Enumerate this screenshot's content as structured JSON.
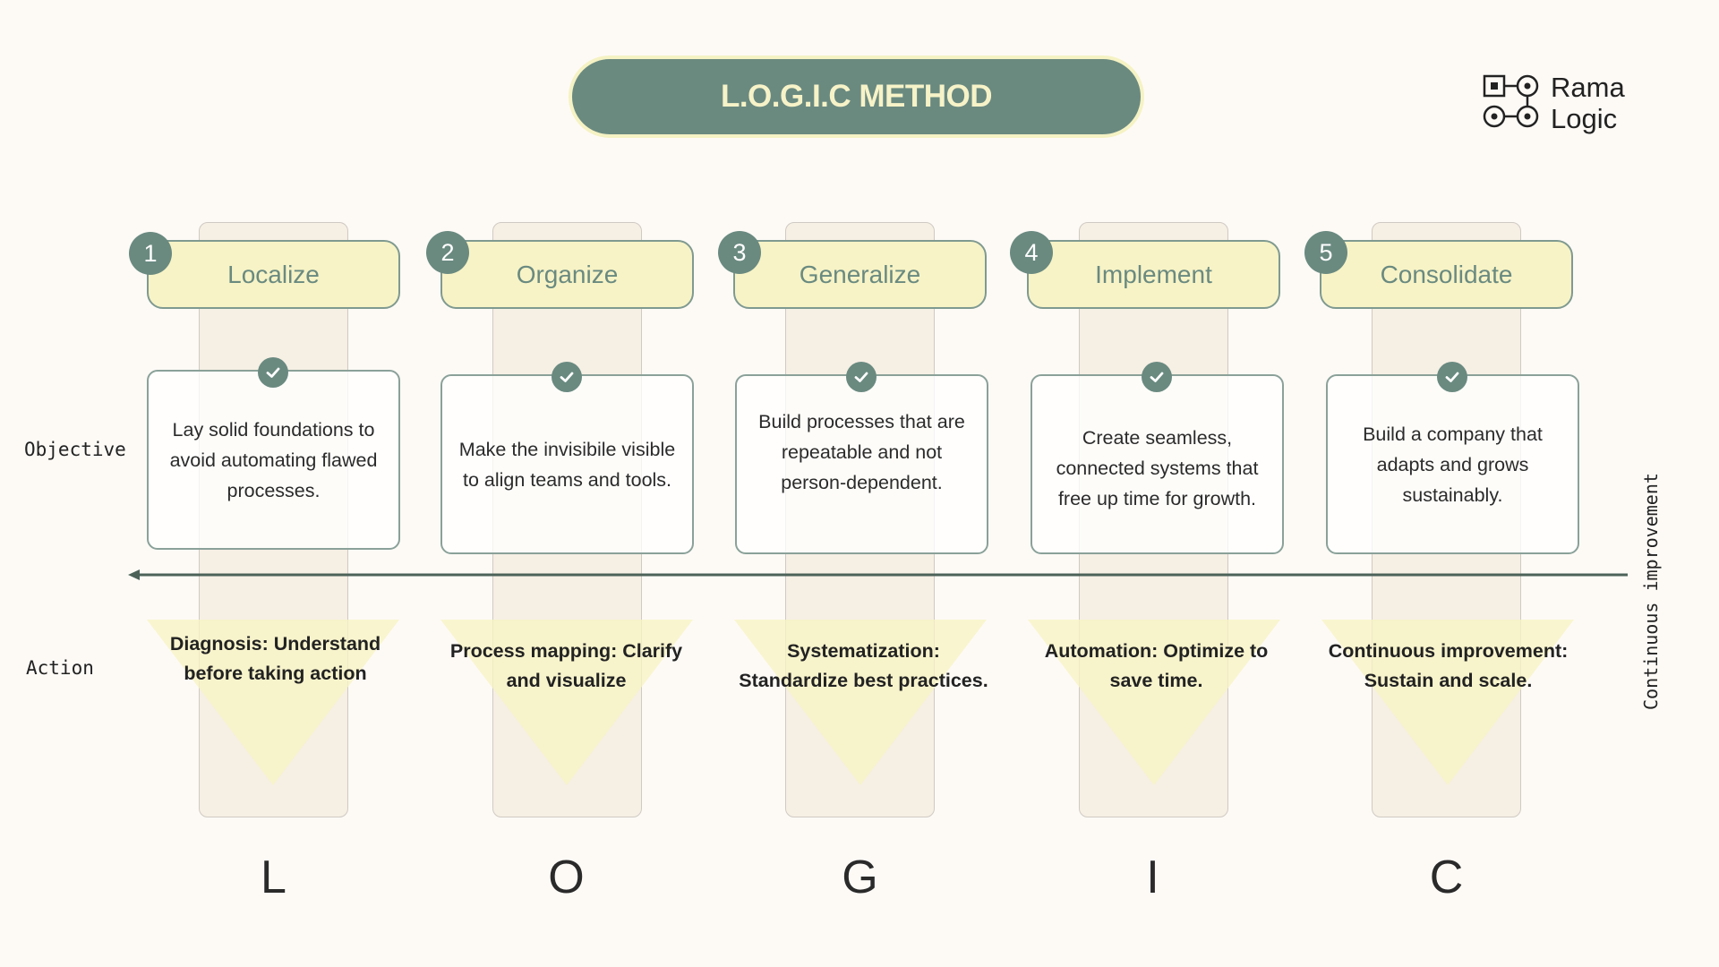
{
  "header": {
    "title": "L.O.G.I.C METHOD"
  },
  "logo": {
    "line1": "Rama",
    "line2": "Logic",
    "icon": "node-graph-logo-icon"
  },
  "row_labels": {
    "objective": "Objective",
    "action": "Action"
  },
  "side_label": "Continuous improvement",
  "colors": {
    "accent": "#6a8a80",
    "pill_fill": "#f7f3c6",
    "column_fill": "#f6efe4",
    "background": "#fdfaf6"
  },
  "phases": [
    {
      "number": "1",
      "name": "Localize",
      "objective": "Lay solid foundations to avoid automating flawed processes.",
      "action": "Diagnosis: Understand before taking action",
      "letter": "L"
    },
    {
      "number": "2",
      "name": "Organize",
      "objective": "Make the invisibile visible to align teams and tools.",
      "action": "Process mapping: Clarify and visualize",
      "letter": "O"
    },
    {
      "number": "3",
      "name": "Generalize",
      "objective": "Build processes that are repeatable and not person-dependent.",
      "action": "Systematization: Standardize best practices.",
      "letter": "G"
    },
    {
      "number": "4",
      "name": "Implement",
      "objective": "Create seamless, connected systems that free up time for growth.",
      "action": "Automation: Optimize to save time.",
      "letter": "I"
    },
    {
      "number": "5",
      "name": "Consolidate",
      "objective": "Build a company that adapts and grows sustainably.",
      "action": "Continuous improvement: Sustain and scale.",
      "letter": "C"
    }
  ]
}
